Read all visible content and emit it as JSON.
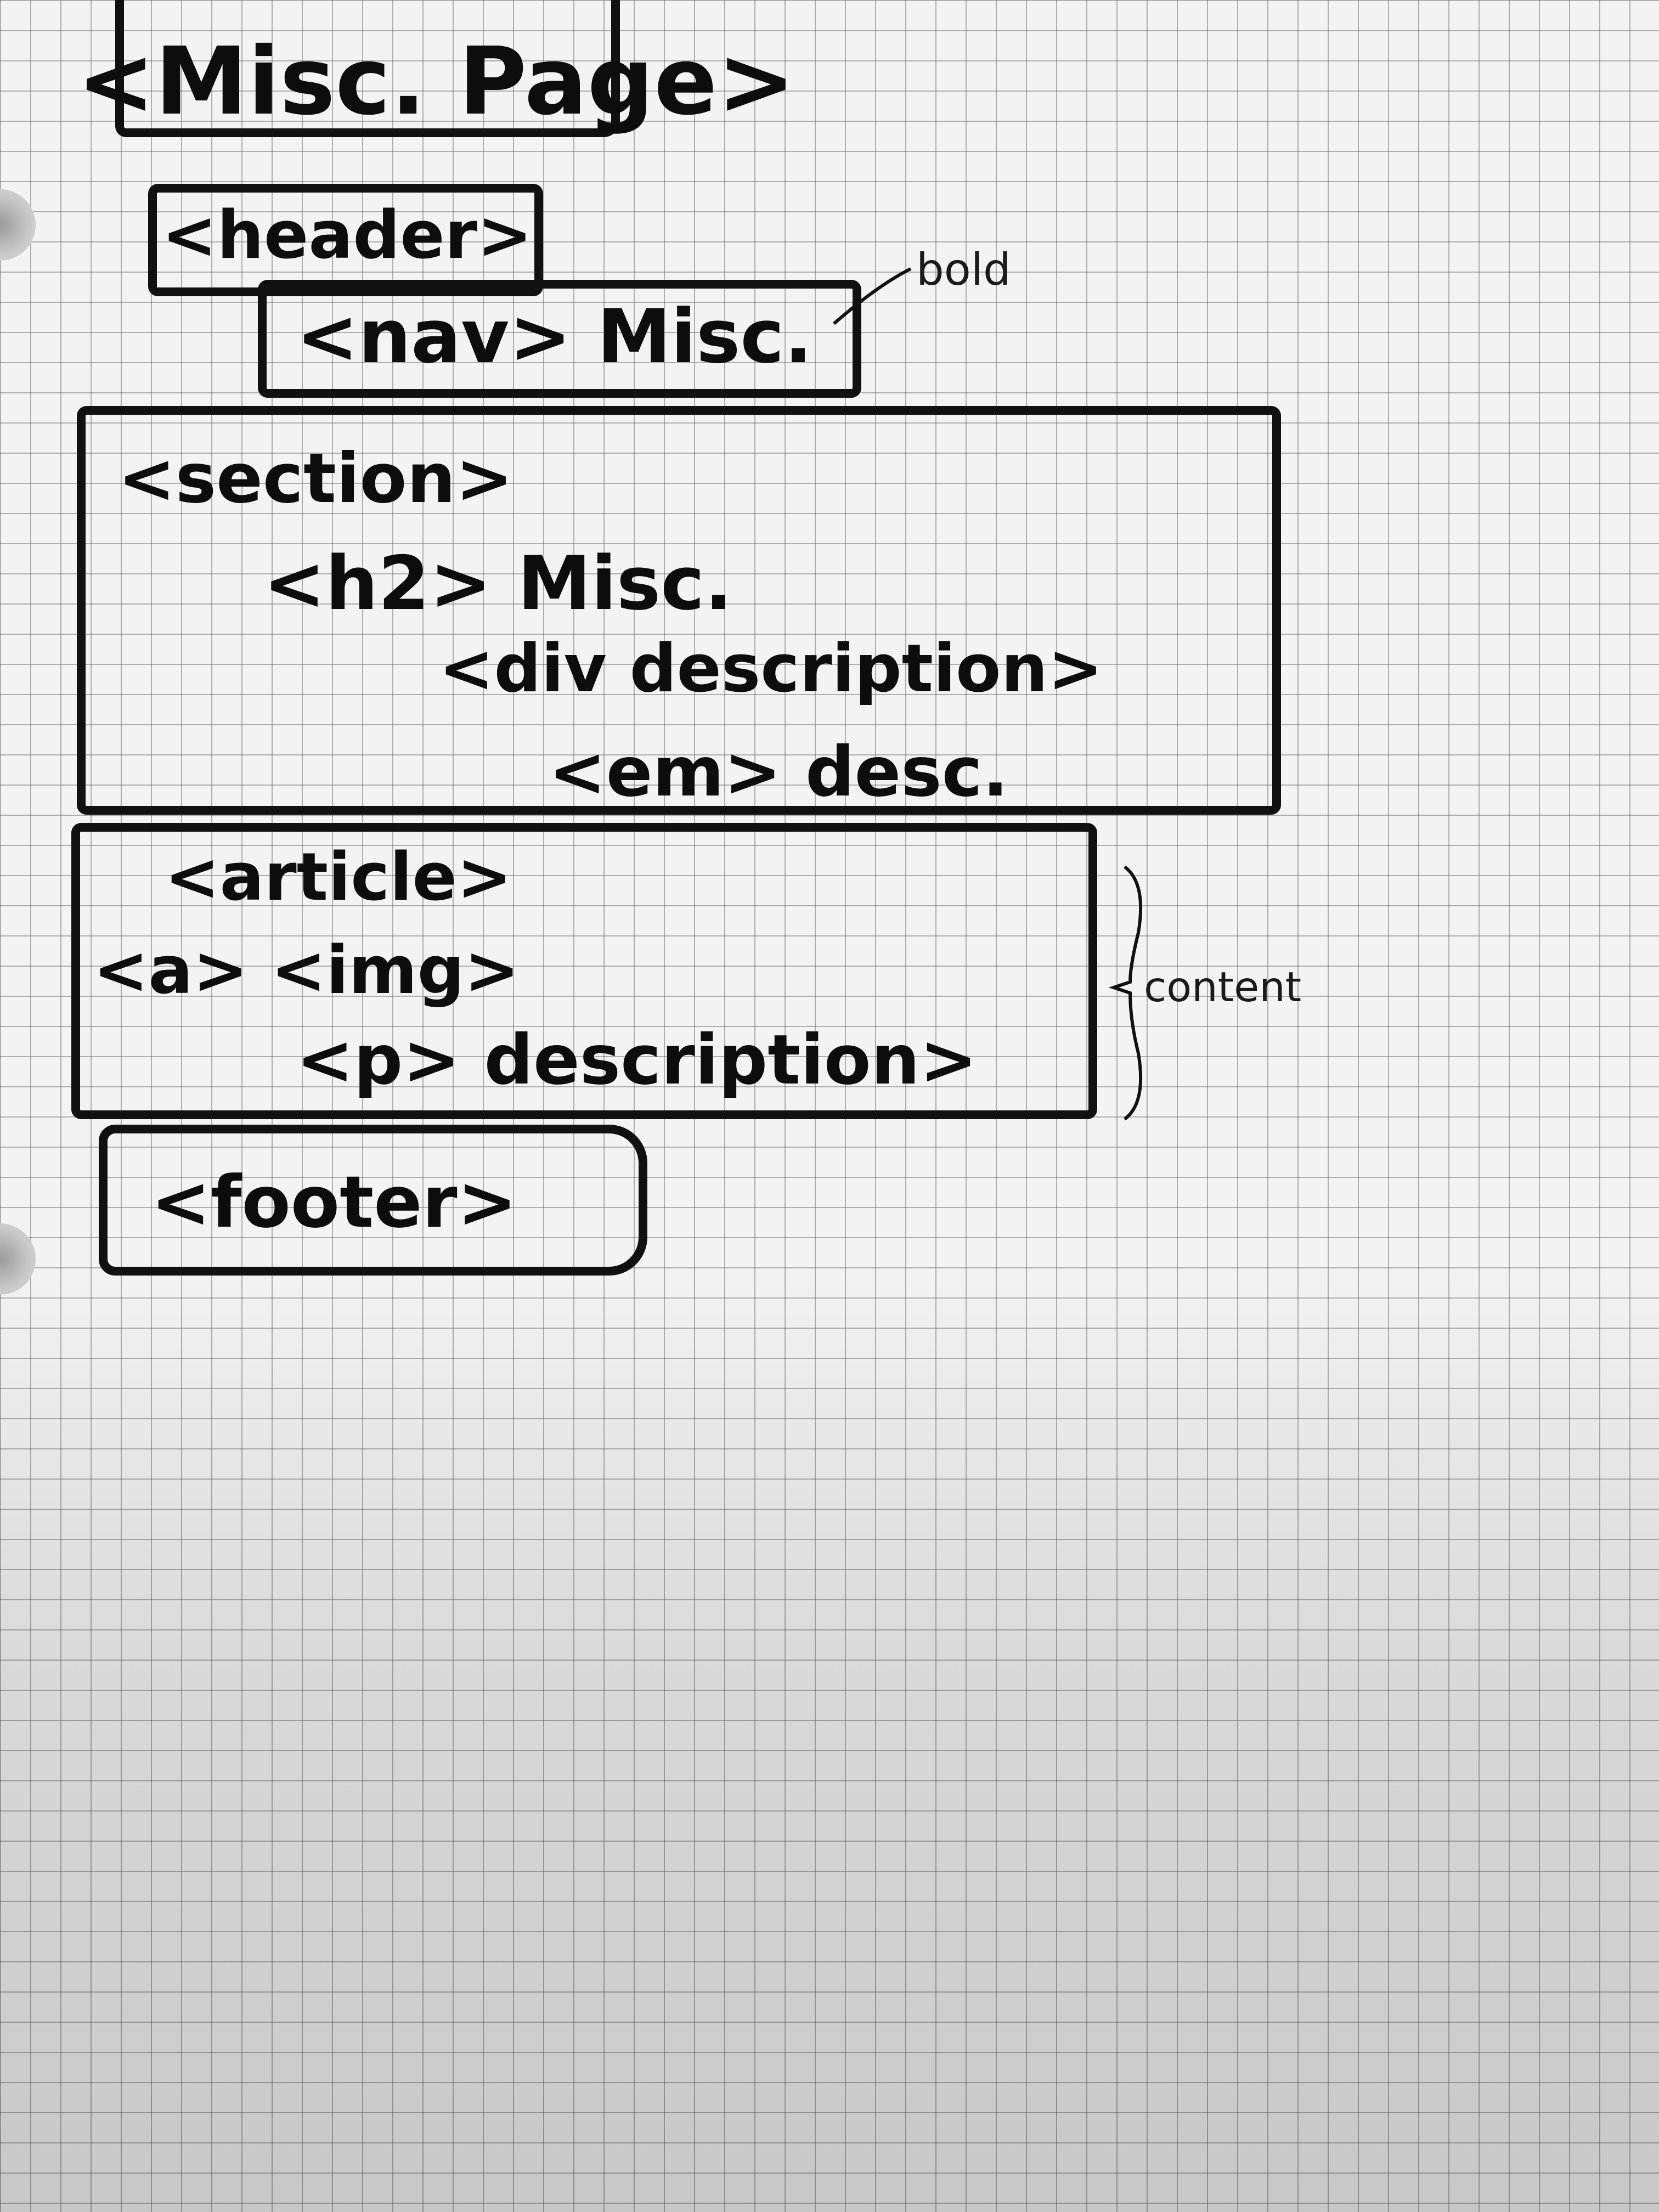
{
  "title": "<Misc. Page>",
  "header": {
    "tag": "<header>",
    "nav_text": "<nav> Misc.",
    "bold_note": "bold"
  },
  "section": {
    "tag": "<section>",
    "h2_text": "<h2> Misc.",
    "div_text": "<div description>",
    "em_text": "<em> desc."
  },
  "article": {
    "tag": "<article>",
    "a_img_text": "<a> <img>",
    "p_text": "<p> description>",
    "content_note": "content"
  },
  "footer": {
    "tag": "<footer>"
  }
}
